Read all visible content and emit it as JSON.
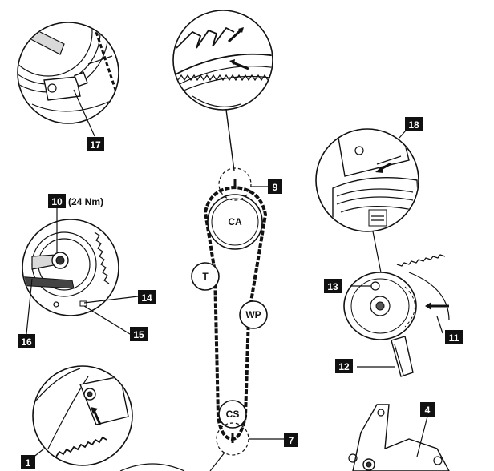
{
  "components": {
    "camshaft": "CA",
    "tensioner": "T",
    "water_pump": "WP",
    "crankshaft": "CS"
  },
  "torque_note": "(24 Nm)",
  "callouts": {
    "c1": "1",
    "c4": "4",
    "c7": "7",
    "c9": "9",
    "c10": "10",
    "c11": "11",
    "c12": "12",
    "c13": "13",
    "c14": "14",
    "c15": "15",
    "c16": "16",
    "c17": "17",
    "c18": "18"
  }
}
